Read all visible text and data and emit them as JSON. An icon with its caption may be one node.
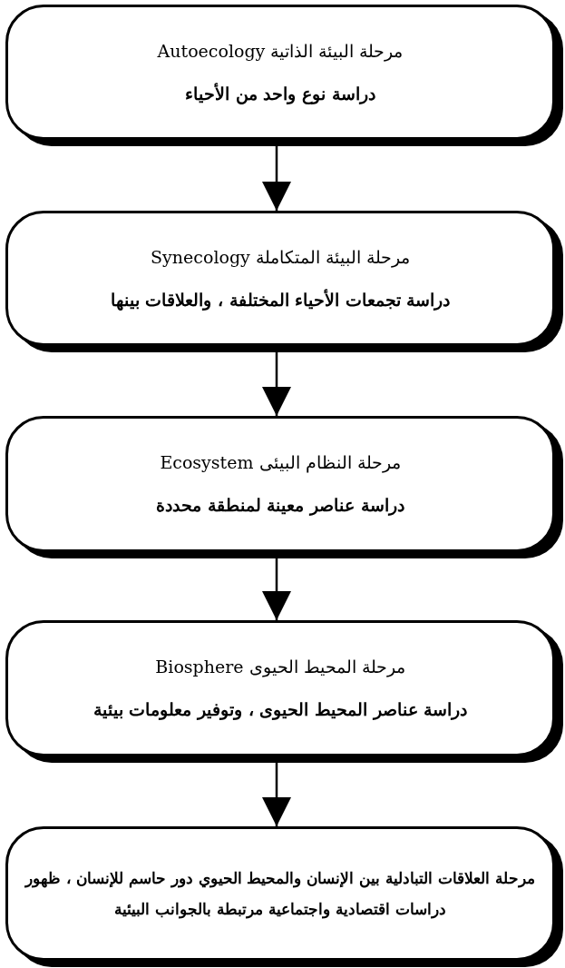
{
  "diagram": {
    "nodes": [
      {
        "text": [
          "مرحلة البيئة الذاتية Autoecology",
          "دراسة نوع واحد من الأحياء"
        ]
      },
      {
        "text": [
          "مرحلة البيئة المتكاملة Synecology",
          "دراسة تجمعات الأحياء المختلفة ، والعلاقات بينها"
        ]
      },
      {
        "text": [
          "مرحلة النظام البيئى Ecosystem",
          "دراسة عناصر معينة لمنطقة محددة"
        ]
      },
      {
        "text": [
          "مرحلة المحيط الحيوى Biosphere",
          "دراسة عناصر المحيط الحيوى ، وتوفير معلومات بيئية"
        ]
      },
      {
        "text": [
          "مرحلة العلاقات التبادلية بين الإنسان والمحيط الحيوي دور حاسم للإنسان ، ظهور دراسات اقتصادية واجتماعية مرتبطة بالجوانب البيئية"
        ]
      }
    ],
    "edges": [
      {
        "from": 0,
        "to": 1,
        "arrow": "to"
      },
      {
        "from": 1,
        "to": 2,
        "arrow": "to"
      },
      {
        "from": 2,
        "to": 3,
        "arrow": "to"
      },
      {
        "from": 3,
        "to": 4,
        "arrow": "to"
      }
    ]
  }
}
